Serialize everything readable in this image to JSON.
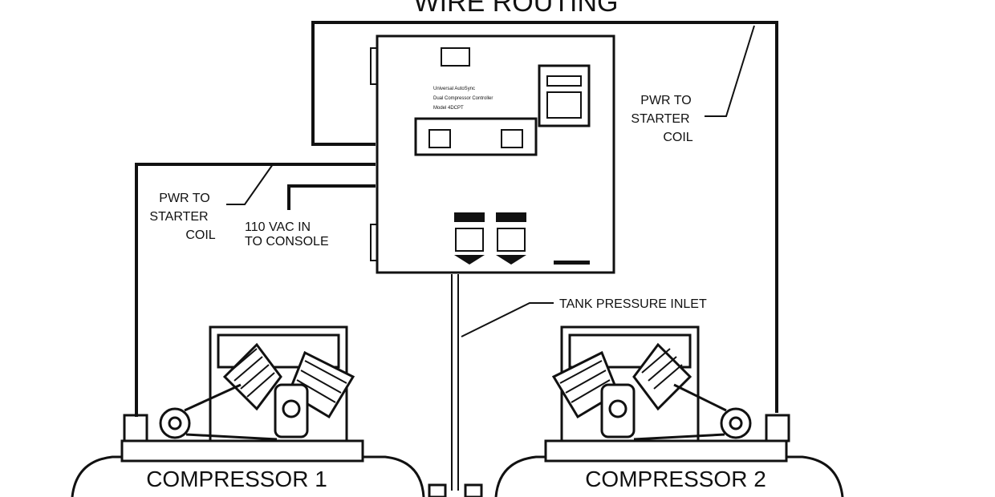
{
  "title": "WIRE ROUTING",
  "labels": {
    "pwr_right": [
      "PWR TO",
      "STARTER",
      "COIL"
    ],
    "pwr_left": [
      "PWR TO",
      "STARTER",
      "COIL"
    ],
    "vac_in": [
      "110 VAC IN",
      "TO CONSOLE"
    ],
    "tank_inlet": "TANK PRESSURE INLET",
    "compressor1": "COMPRESSOR 1",
    "compressor2": "COMPRESSOR 2"
  },
  "controller": {
    "panel_text": [
      "Universal AutoSync",
      "Dual Compressor Controller",
      "Model 4DCPT"
    ]
  }
}
